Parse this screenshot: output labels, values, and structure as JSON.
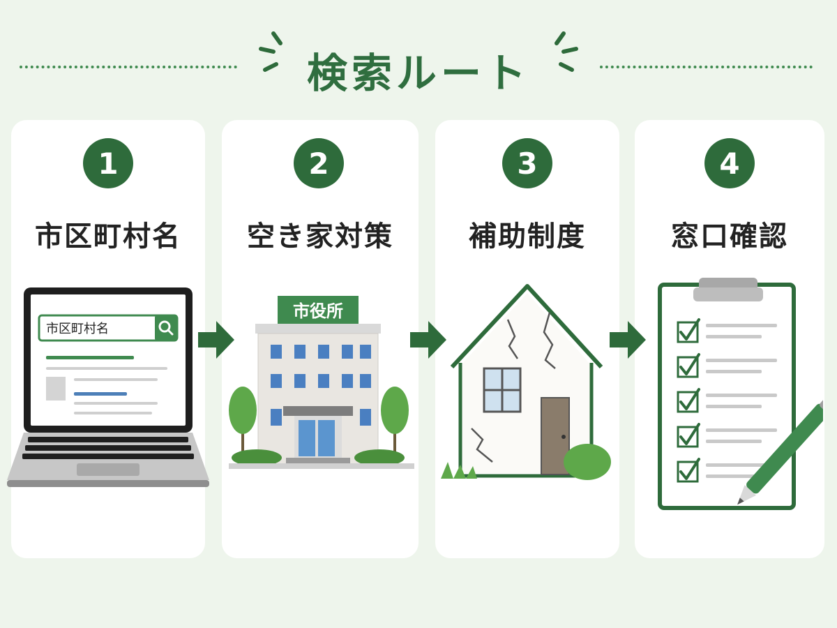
{
  "title": "検索ルート",
  "steps": [
    {
      "number": "1",
      "label": "市区町村名"
    },
    {
      "number": "2",
      "label": "空き家対策"
    },
    {
      "number": "3",
      "label": "補助制度"
    },
    {
      "number": "4",
      "label": "窓口確認"
    }
  ],
  "laptop": {
    "search_text": "市区町村名"
  },
  "city_hall": {
    "sign": "市役所"
  },
  "colors": {
    "dark_green": "#2e6b3b",
    "mid_green": "#3f8a4f",
    "background": "#eef5ec"
  }
}
